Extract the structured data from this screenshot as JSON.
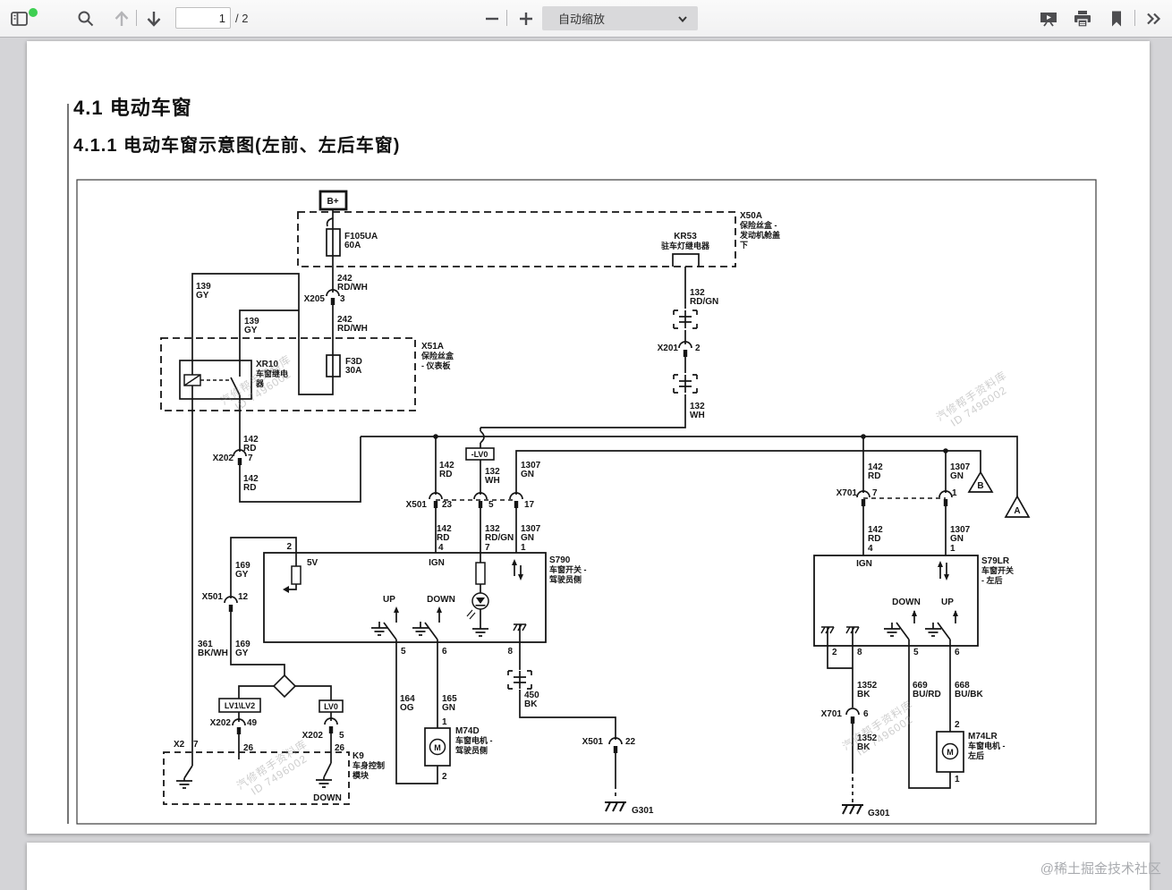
{
  "toolbar": {
    "page_input": "1",
    "page_total": "/ 2",
    "zoom_select": "自动缩放",
    "icons": [
      "sidebar-toggle",
      "search",
      "page-up",
      "page-down",
      "zoom-out",
      "zoom-in",
      "presentation-mode",
      "print",
      "bookmark",
      "more-tools"
    ]
  },
  "document": {
    "heading1": "4.1 电动车窗",
    "heading2": "4.1.1 电动车窗示意图(左前、左后车窗)"
  },
  "watermarks": {
    "library_line1": "汽修帮手资料库",
    "library_line2": "ID 7496002",
    "community": "@稀土掘金技术社区"
  },
  "diagram": {
    "labels": {
      "bplus": "B+",
      "f105ua": "F105UA",
      "a60": "60A",
      "x50a": "X50A",
      "x50a_l2": "保险丝盒 -",
      "x50a_l3": "发动机舱盖",
      "x50a_l4": "下",
      "kr53": "KR53",
      "kr53_name": "驻车灯继电器",
      "n242": "242",
      "rdwh": "RD/WH",
      "x205": "X205",
      "f3d": "F3D",
      "a30": "30A",
      "x51a": "X51A",
      "x51a_l2": "保险丝盒",
      "x51a_l3": "- 仪表板",
      "n139": "139",
      "gy": "GY",
      "xr10": "XR10",
      "xr10_l2": "车窗继电",
      "xr10_l3": "器",
      "n132": "132",
      "rdgn": "RD/GN",
      "wh": "WH",
      "x201": "X201",
      "x202": "X202",
      "x501": "X501",
      "x701": "X701",
      "x2": "X2",
      "n142": "142",
      "rd": "RD",
      "n1307": "1307",
      "gn": "GN",
      "p1": "1",
      "p2": "2",
      "p3": "3",
      "p4": "4",
      "p5": "5",
      "p6": "6",
      "p7": "7",
      "p8": "8",
      "p12": "12",
      "p17": "17",
      "p22": "22",
      "p23": "23",
      "p26": "26",
      "p49": "49",
      "lv0_neg": "-LV0",
      "lv12": "LV1\\LV2",
      "lv0": "LV0",
      "s790": "S790",
      "s790_l2": "车窗开关 -",
      "s790_l3": "驾驶员侧",
      "s79lr": "S79LR",
      "s79lr_l2": "车窗开关",
      "s79lr_l3": "- 左后",
      "ign": "IGN",
      "up": "UP",
      "down": "DOWN",
      "v5": "5V",
      "n169": "169",
      "n361": "361",
      "bkwh": "BK/WH",
      "n164": "164",
      "og": "OG",
      "n165": "165",
      "n450": "450",
      "bk": "BK",
      "m74d": "M74D",
      "m74d_l2": "车窗电机 -",
      "m74d_l3": "驾驶员侧",
      "m74lr": "M74LR",
      "m74lr_l2": "车窗电机 -",
      "m74lr_l3": "左后",
      "m": "M",
      "k9": "K9",
      "k9_l2": "车身控制",
      "k9_l3": "模块",
      "n1352": "1352",
      "n669": "669",
      "burd": "BU/RD",
      "n668": "668",
      "bubk": "BU/BK",
      "g301": "G301",
      "tri_a": "A",
      "tri_b": "B"
    }
  }
}
